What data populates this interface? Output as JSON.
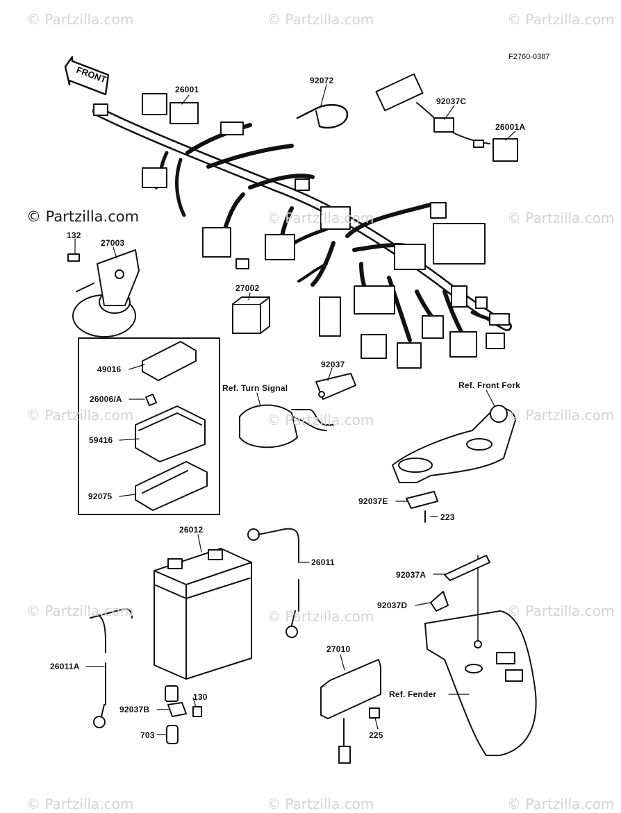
{
  "figure_code": "F2760-0387",
  "front_arrow_label": "FRONT",
  "watermark": "© Partzilla.com",
  "watermark_prominent": "© Partzilla.com",
  "parts": {
    "p26001": "26001",
    "p92072": "92072",
    "p92037C": "92037C",
    "p26001A": "26001A",
    "p132": "132",
    "p27003": "27003",
    "p27002": "27002",
    "p49016": "49016",
    "p26006A": "26006/A",
    "p59416": "59416",
    "p92075": "92075",
    "p92037": "92037",
    "ref_turn_signal": "Ref. Turn Signal",
    "ref_front_fork": "Ref. Front Fork",
    "p92037E": "92037E",
    "p223": "223",
    "p26012": "26012",
    "p26011": "26011",
    "p92037A": "92037A",
    "p92037D": "92037D",
    "p26011A": "26011A",
    "p27010": "27010",
    "ref_fender": "Ref. Fender",
    "p130": "130",
    "p92037B": "92037B",
    "p703": "703",
    "p225": "225"
  },
  "colors": {
    "line": "#111111",
    "watermark": "#d3d3d3",
    "harness_fill": "#ffffff"
  }
}
